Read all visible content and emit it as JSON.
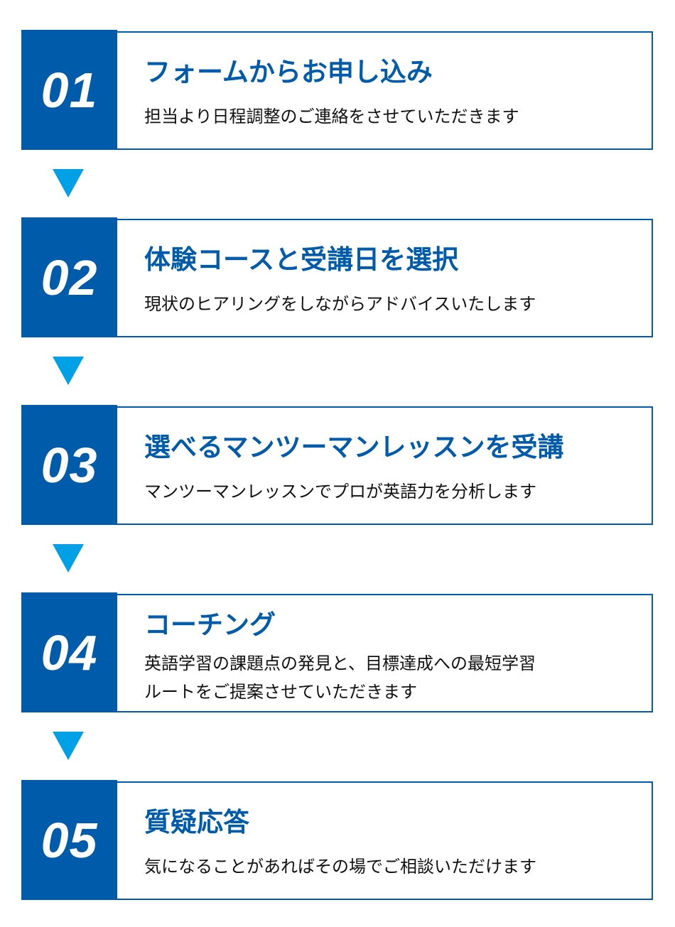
{
  "colors": {
    "primary": "#005bab",
    "arrow": "#00a0e6"
  },
  "steps": [
    {
      "number": "01",
      "title": "フォームからお申し込み",
      "lines": [
        "担当より日程調整のご連絡をさせていただきます"
      ]
    },
    {
      "number": "02",
      "title": "体験コースと受講日を選択",
      "lines": [
        "現状のヒアリングをしながらアドバイスいたします"
      ]
    },
    {
      "number": "03",
      "title": "選べるマンツーマンレッスンを受講",
      "lines": [
        "マンツーマンレッスンでプロが英語力を分析します"
      ]
    },
    {
      "number": "04",
      "title": "コーチング",
      "lines": [
        "英語学習の課題点の発見と、目標達成への最短学習",
        "ルートをご提案させていただきます"
      ]
    },
    {
      "number": "05",
      "title": "質疑応答",
      "lines": [
        "気になることがあればその場でご相談いただけます"
      ]
    }
  ]
}
